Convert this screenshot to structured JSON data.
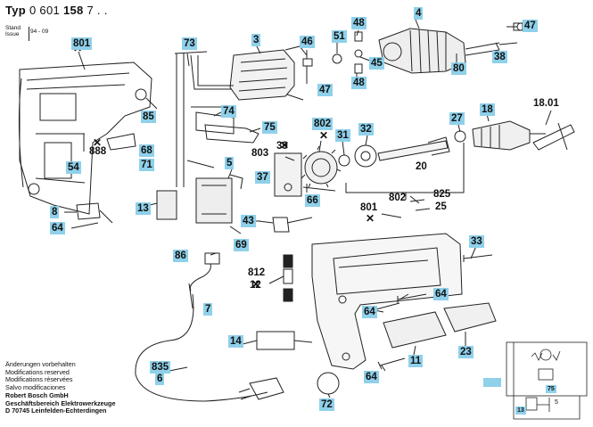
{
  "header": {
    "typ_word": "Typ",
    "typ_number_regular": "0 601",
    "typ_number_bold": "158",
    "typ_suffix": "7 . .",
    "stand_label": "Stand",
    "issue_label": "Issue",
    "stand_date": "94 - 09"
  },
  "footer": {
    "lines": [
      "Änderungen vorbehalten",
      "Modifications reserved",
      "Modifications réservées",
      "Salvo modificaciones"
    ],
    "company": "Robert Bosch GmbH",
    "division": "Geschäftsbereich Elektrowerkzeuge",
    "address": "D 70745 Leinfelden-Echterdingen"
  },
  "callouts": [
    "801",
    "73",
    "3",
    "46",
    "51",
    "48",
    "4",
    "47",
    "85",
    "74",
    "45",
    "48",
    "47",
    "80",
    "38",
    "75",
    "802",
    "31",
    "32",
    "27",
    "18",
    "18.01",
    "39",
    "803",
    "5",
    "888",
    "54",
    "68",
    "71",
    "37",
    "66",
    "13",
    "8",
    "64",
    "43",
    "801",
    "825",
    "25",
    "20",
    "802",
    "86",
    "812",
    "12",
    "33",
    "69",
    "7",
    "64",
    "64",
    "14",
    "11",
    "23",
    "835",
    "6",
    "64",
    "72"
  ],
  "schematic": {
    "labels": [
      "75",
      "13",
      "5"
    ]
  },
  "colors": {
    "callout_fill": "#8fd0ea",
    "line": "#222222"
  }
}
